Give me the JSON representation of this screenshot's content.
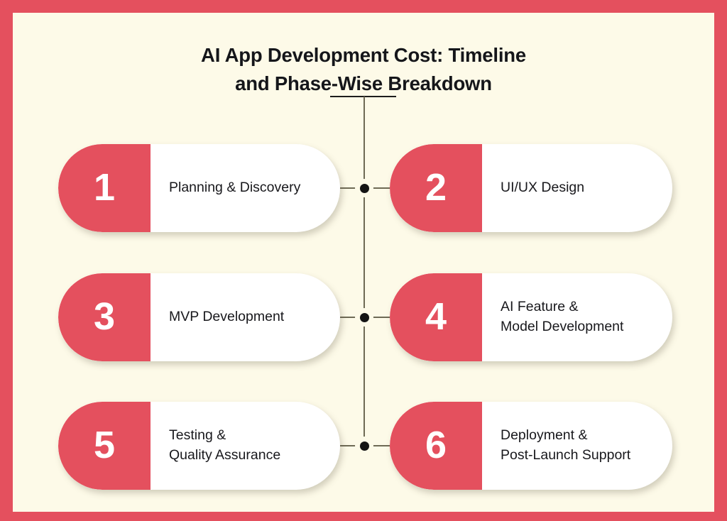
{
  "title": "AI App Development Cost: Timeline\nand Phase-Wise Breakdown",
  "colors": {
    "frame_red": "#e4505e",
    "background_cream": "#fdfae8",
    "pill_body": "#ffffff",
    "pill_accent": "#e4505e",
    "text_dark": "#15161a",
    "timeline_line": "#6e6a55",
    "node_dot": "#141414"
  },
  "timeline": {
    "node_count": 3,
    "row_labels": [
      "row-1",
      "row-2",
      "row-3"
    ]
  },
  "phases": [
    {
      "number": "1",
      "label": "Planning & Discovery",
      "side": "left"
    },
    {
      "number": "2",
      "label": "UI/UX Design",
      "side": "right"
    },
    {
      "number": "3",
      "label": "MVP Development",
      "side": "left"
    },
    {
      "number": "4",
      "label": "AI Feature &\nModel Development",
      "side": "right"
    },
    {
      "number": "5",
      "label": "Testing &\nQuality Assurance",
      "side": "left"
    },
    {
      "number": "6",
      "label": "Deployment &\nPost-Launch Support",
      "side": "right"
    }
  ]
}
